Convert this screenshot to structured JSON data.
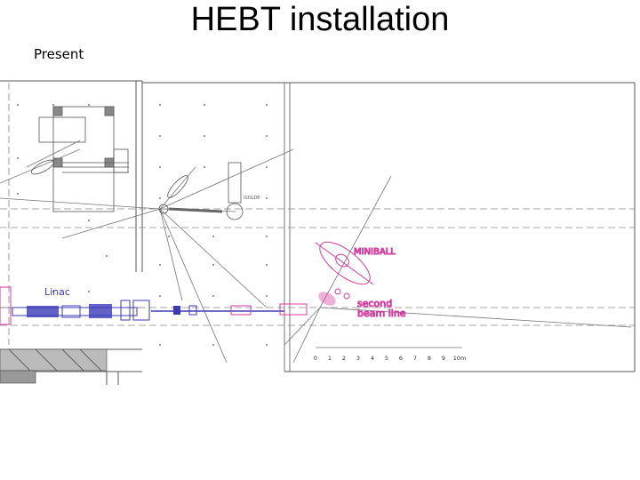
{
  "slide": {
    "title": "HEBT installation",
    "subtitle": "Present"
  },
  "drawing": {
    "labels": {
      "miniball": "MINIBALL",
      "second_beam_line_1": "second",
      "second_beam_line_2": "beam line",
      "linac": "Linac",
      "isolde": "ISOLDE"
    },
    "scale_ticks": [
      "0",
      "1",
      "2",
      "3",
      "4",
      "5",
      "6",
      "7",
      "8",
      "9",
      "10m"
    ],
    "colors": {
      "experiment": "#d63b9e",
      "linac": "#3b3bb8",
      "drawing_lines": "#777777",
      "walls": "#555555"
    }
  }
}
